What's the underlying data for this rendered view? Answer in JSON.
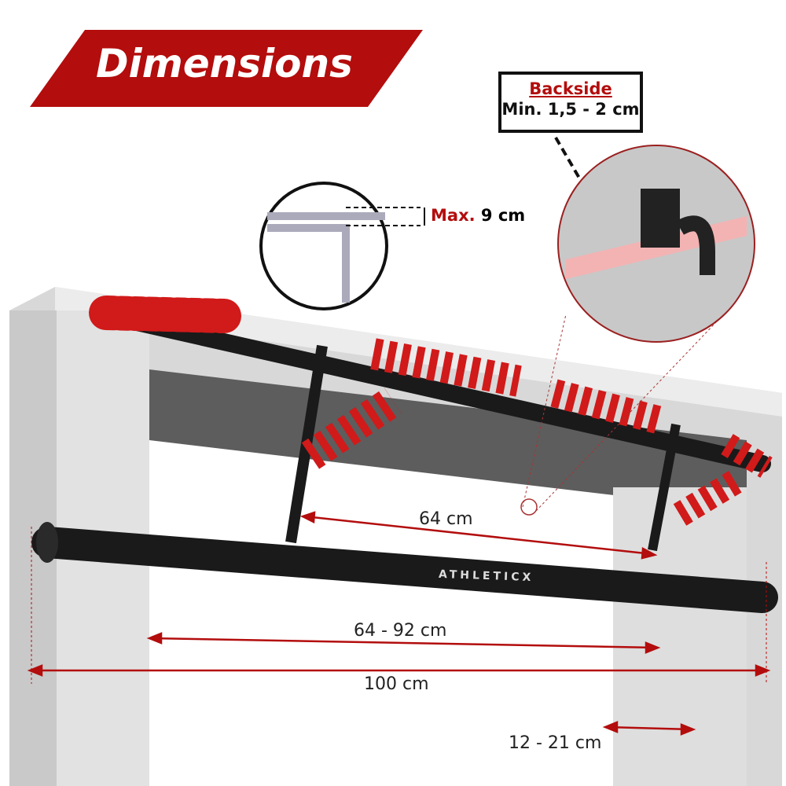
{
  "title": "Dimensions",
  "callout": {
    "heading": "Backside",
    "text": "Min. 1,5 - 2 cm"
  },
  "max_height": {
    "label": "Max.",
    "value": "9 cm"
  },
  "brand": "ATHLETICX",
  "dimensions": {
    "inner_width": "64 cm",
    "adjustable_width": "64 - 92 cm",
    "total_length": "100 cm",
    "frame_depth": "12 - 21 cm"
  },
  "colors": {
    "accent": "#b30d0d",
    "foam": "#d11a1a",
    "bar": "#1a1a1a"
  }
}
